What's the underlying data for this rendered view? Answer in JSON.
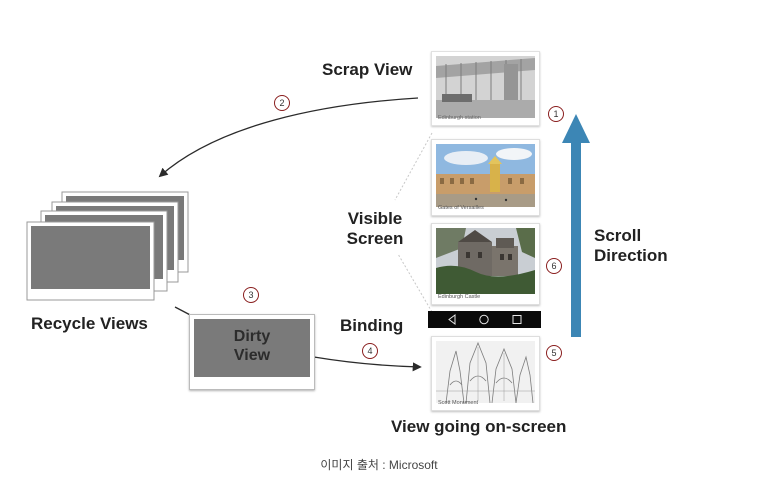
{
  "labels": {
    "scrap_view": "Scrap View",
    "visible_screen_1": "Visible",
    "visible_screen_2": "Screen",
    "scroll_direction_1": "Scroll",
    "scroll_direction_2": "Direction",
    "recycle_views": "Recycle Views",
    "dirty_view_1": "Dirty",
    "dirty_view_2": "View",
    "binding": "Binding",
    "view_going_onscreen": "View going on-screen"
  },
  "badges": {
    "b1": "1",
    "b2": "2",
    "b3": "3",
    "b4": "4",
    "b5": "5",
    "b6": "6"
  },
  "cards": {
    "c1_caption": "Edinburgh station",
    "c2_caption": "Gates of Versailles",
    "c3_caption": "Edinburgh Castle",
    "c4_caption": "Scott Monument"
  },
  "source_caption": "이미지 출처 : Microsoft",
  "colors": {
    "scroll_arrow": "#3c86b5",
    "badge_ring": "#8a1f1f",
    "view_fill": "#7a7a7a"
  }
}
